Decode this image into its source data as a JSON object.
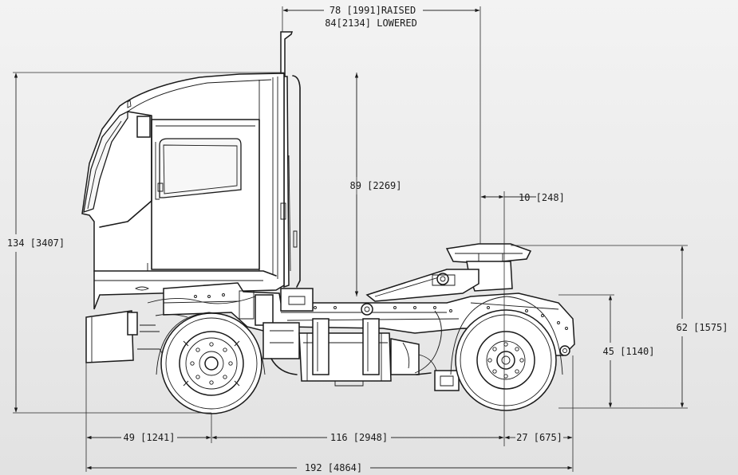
{
  "dimensions": {
    "cab_width_raised": "78 [1991]RAISED",
    "cab_width_lowered": "84[2134] LOWERED",
    "cab_height": "89 [2269]",
    "fifth_wheel_offset": "10 [248]",
    "overall_height": "134 [3407]",
    "fifth_wheel_height": "62 [1575]",
    "frame_height": "45 [1140]",
    "front_overhang": "49 [1241]",
    "wheelbase": "116 [2948]",
    "rear_overhang": "27 [675]",
    "overall_length": "192 [4864]"
  },
  "colors": {
    "line": "#1a1a1a",
    "background": "#ececec"
  }
}
